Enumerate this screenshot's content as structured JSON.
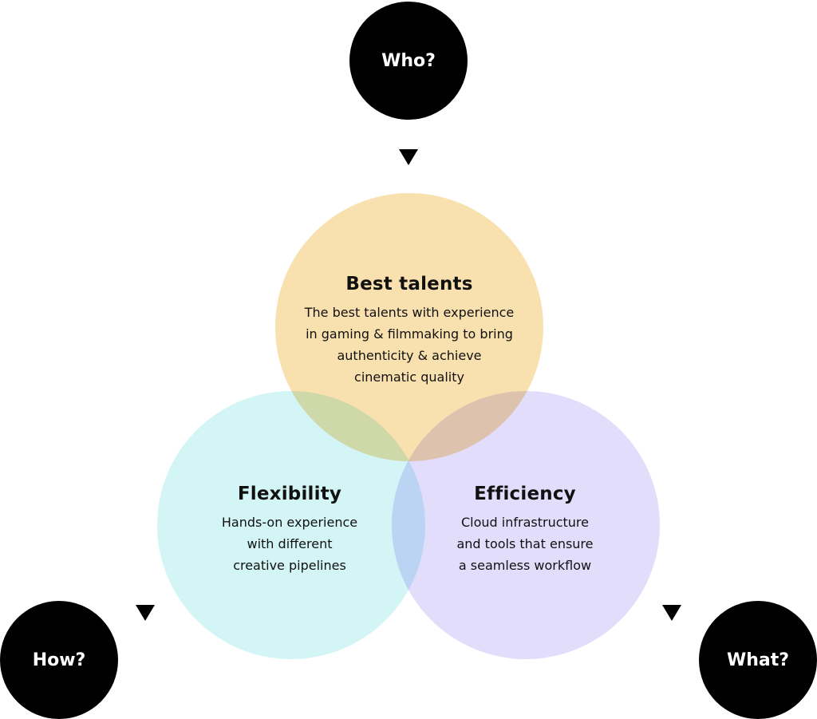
{
  "colors": {
    "top_circle": "#f9dfab",
    "left_circle": "#c9f2f4",
    "right_circle": "#dcd5fb",
    "bubble": "#000000",
    "bubble_text": "#ffffff",
    "text": "#111111"
  },
  "bubbles": {
    "who": "Who?",
    "how": "How?",
    "what": "What?"
  },
  "circles": {
    "top": {
      "title": "Best talents",
      "lines": [
        "The best talents with experience",
        "in gaming & filmmaking to bring",
        "authenticity & achieve",
        "cinematic quality"
      ]
    },
    "left": {
      "title": "Flexibility",
      "lines": [
        "Hands-on experience",
        "with different",
        "creative pipelines"
      ]
    },
    "right": {
      "title": "Efficiency",
      "lines": [
        "Cloud infrastructure",
        "and tools that ensure",
        "a seamless workflow"
      ]
    }
  }
}
